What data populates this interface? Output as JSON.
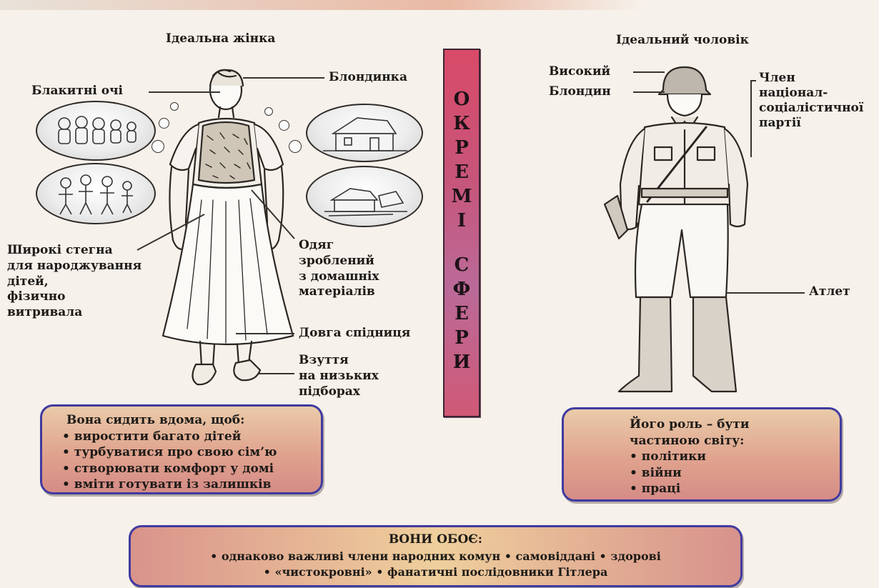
{
  "woman": {
    "title": "Ідеальна жінка",
    "labels": {
      "blonde": "Блондинка",
      "eyes": "Блакитні очі",
      "hips": [
        "Широкі стегна",
        "для народжування",
        "дітей,",
        "фізично",
        "витривала"
      ],
      "clothes": [
        "Одяг",
        "зроблений",
        "з домашніх",
        "матеріалів"
      ],
      "skirt": "Довга спідниця",
      "shoes": [
        "Взуття",
        "на низьких",
        "підборах"
      ]
    },
    "box": {
      "heading": "Вона сидить вдома, щоб:",
      "items": [
        "• виростити багато дітей",
        "• турбуватися про свою сім’ю",
        "• створювати комфорт у домі",
        "• вміти готувати із залишків"
      ]
    }
  },
  "center": {
    "letters": [
      "О",
      "К",
      "Р",
      "Е",
      "М",
      "І",
      "С",
      "Ф",
      "Е",
      "Р",
      "И"
    ]
  },
  "man": {
    "title": "Ідеальний чоловік",
    "labels": {
      "tall": "Високий",
      "blond": "Блондин",
      "member": [
        "Член",
        "націонал-",
        "соціалістичної",
        "партії"
      ],
      "athlete": "Атлет"
    },
    "box": {
      "heading": [
        "Його роль – бути",
        "частиною світу:"
      ],
      "items": [
        "• політики",
        "• війни",
        "• праці"
      ]
    }
  },
  "both": {
    "title": "ВОНИ ОБОЄ:",
    "line1": "• однаково важливі члени народних комун • самовіддані • здорові",
    "line2": "• «чистокровні» • фанатичні послідовники Гітлера"
  },
  "colors": {
    "box_border": "#3f3aa0",
    "center_column": "#c7557a"
  }
}
